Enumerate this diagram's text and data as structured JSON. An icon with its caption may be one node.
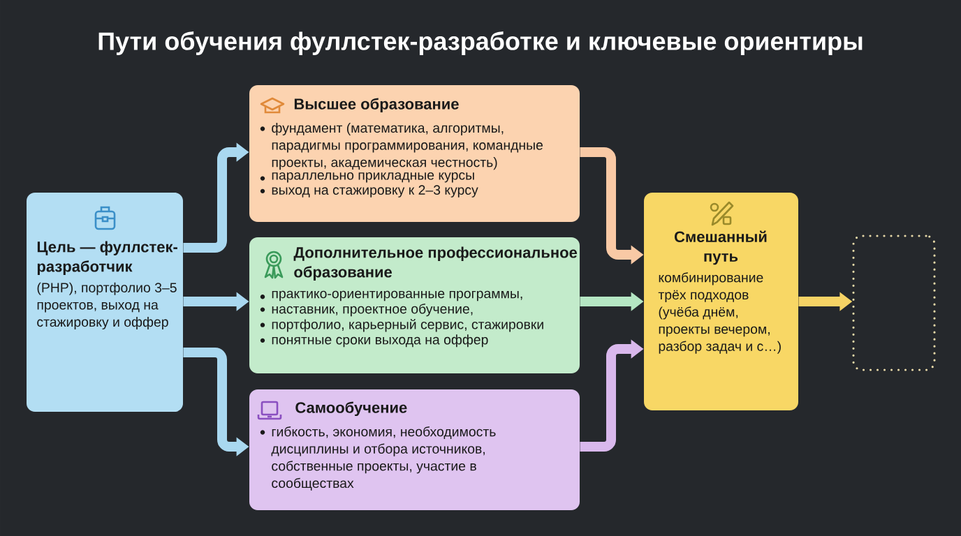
{
  "diagram": {
    "title": "Пути обучения фуллстек-разработке и ключевые ориентиры",
    "nodes": [
      {
        "text": [
          "Цель — фуллстек-разработчик",
          "(PHP), портфолио 3–5 проектов, выход на стажировку и оффер"
        ]
      },
      {
        "text": [
          "Высшее образование",
          "фундамент (математика, алгоритмы, парадигмы программирования, командные проекты, академическая честность)",
          "параллельно прикладные курсы",
          "выход на стажировку к 2–3 курсу"
        ]
      },
      {
        "text": [
          "Дополнительное профессиональное образование",
          "практико-ориентированные программы,",
          "наставник, проектное обучение,",
          "портфолио, карьерный сервис, стажировки",
          "понятные сроки выхода на оффер"
        ]
      },
      {
        "text": [
          "Самообучение",
          "гибкость, экономия, необходимость дисциплины и отбора источников, собственные проекты, участие в сообществах"
        ]
      },
      {
        "text": [
          "Смешанный путь",
          "комбинирование трёх подходов (учёба днём, проекты вечером, разбор задач и с…)"
        ]
      },
      {
        "text": [],
        "shape": "box"
      }
    ],
    "edges": [
      {
        "from": 0,
        "to": 1,
        "arrow": "to"
      },
      {
        "from": 0,
        "to": 2,
        "arrow": "to"
      },
      {
        "from": 0,
        "to": 3,
        "arrow": "to"
      },
      {
        "from": 1,
        "to": 4,
        "arrow": "to",
        "color": "#f9c9a5"
      },
      {
        "from": 2,
        "to": 4,
        "arrow": "to",
        "color": "#b5e6c3"
      },
      {
        "from": 3,
        "to": 4,
        "arrow": "to",
        "color": "#d9b8ec"
      },
      {
        "from": 4,
        "to": 5,
        "arrow": "to",
        "color": "#f6d365"
      }
    ]
  }
}
